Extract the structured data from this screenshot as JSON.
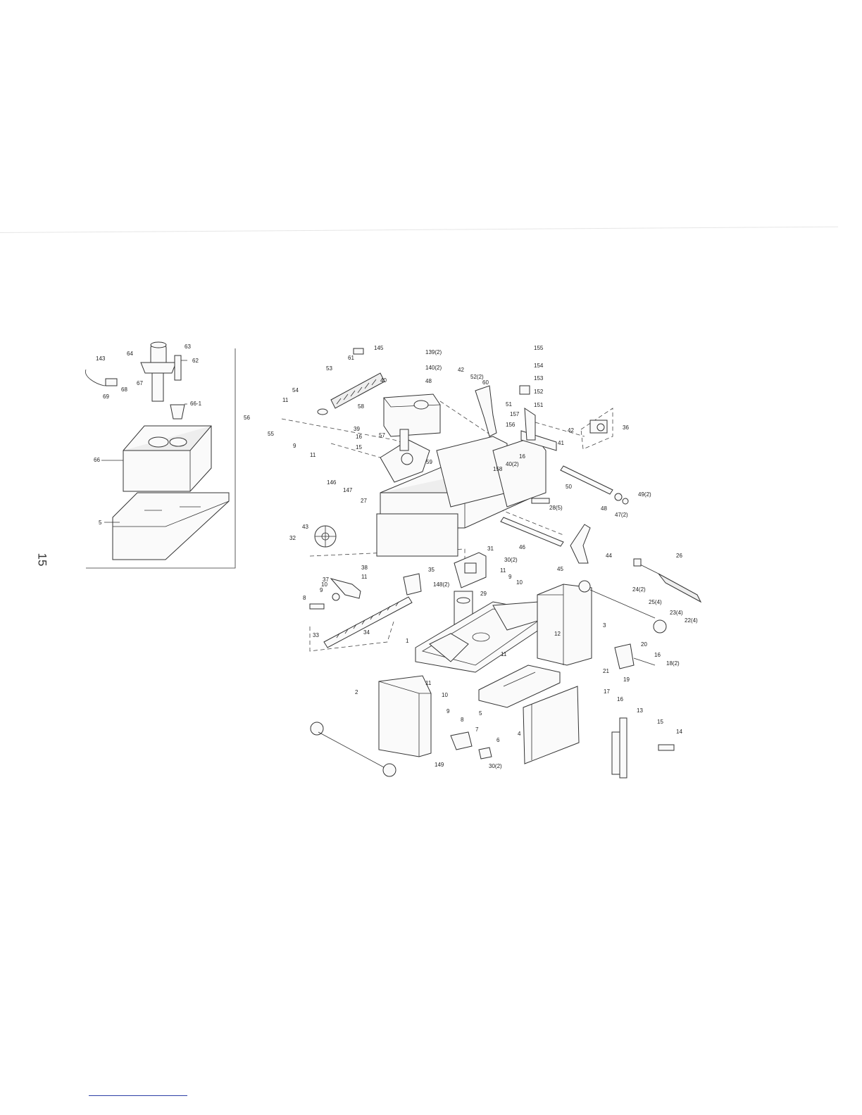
{
  "page_number": "15",
  "inset_labels": [
    {
      "id": "143",
      "text": "143"
    },
    {
      "id": "64",
      "text": "64"
    },
    {
      "id": "63",
      "text": "63"
    },
    {
      "id": "62",
      "text": "62"
    },
    {
      "id": "67",
      "text": "67"
    },
    {
      "id": "68",
      "text": "68"
    },
    {
      "id": "69",
      "text": "69"
    },
    {
      "id": "66-1",
      "text": "66-1"
    },
    {
      "id": "66",
      "text": "66"
    },
    {
      "id": "5a",
      "text": "5"
    }
  ],
  "main_labels": [
    {
      "id": "145",
      "text": "145"
    },
    {
      "id": "61",
      "text": "61"
    },
    {
      "id": "139",
      "text": "139(2)"
    },
    {
      "id": "140",
      "text": "140(2)"
    },
    {
      "id": "48a",
      "text": "48"
    },
    {
      "id": "42a",
      "text": "42"
    },
    {
      "id": "52",
      "text": "52(2)"
    },
    {
      "id": "60",
      "text": "60"
    },
    {
      "id": "155",
      "text": "155"
    },
    {
      "id": "154",
      "text": "154"
    },
    {
      "id": "153",
      "text": "153"
    },
    {
      "id": "152",
      "text": "152"
    },
    {
      "id": "151",
      "text": "151"
    },
    {
      "id": "53",
      "text": "53"
    },
    {
      "id": "40a",
      "text": "40"
    },
    {
      "id": "51",
      "text": "51"
    },
    {
      "id": "157",
      "text": "157"
    },
    {
      "id": "156",
      "text": "156"
    },
    {
      "id": "42b",
      "text": "42"
    },
    {
      "id": "36",
      "text": "36"
    },
    {
      "id": "41",
      "text": "41"
    },
    {
      "id": "54",
      "text": "54"
    },
    {
      "id": "11a",
      "text": "11"
    },
    {
      "id": "56",
      "text": "56"
    },
    {
      "id": "55",
      "text": "55"
    },
    {
      "id": "58",
      "text": "58"
    },
    {
      "id": "39",
      "text": "39"
    },
    {
      "id": "16a",
      "text": "16"
    },
    {
      "id": "15a",
      "text": "15"
    },
    {
      "id": "57",
      "text": "57"
    },
    {
      "id": "9a",
      "text": "9"
    },
    {
      "id": "11b",
      "text": "11"
    },
    {
      "id": "59",
      "text": "59"
    },
    {
      "id": "158",
      "text": "158"
    },
    {
      "id": "16b",
      "text": "16"
    },
    {
      "id": "40b",
      "text": "40(2)"
    },
    {
      "id": "146",
      "text": "146"
    },
    {
      "id": "147",
      "text": "147"
    },
    {
      "id": "50",
      "text": "50"
    },
    {
      "id": "27",
      "text": "27"
    },
    {
      "id": "28",
      "text": "28(5)"
    },
    {
      "id": "48b",
      "text": "48"
    },
    {
      "id": "49",
      "text": "49(2)"
    },
    {
      "id": "47",
      "text": "47(2)"
    },
    {
      "id": "43",
      "text": "43"
    },
    {
      "id": "32",
      "text": "32"
    },
    {
      "id": "46",
      "text": "46"
    },
    {
      "id": "31",
      "text": "31"
    },
    {
      "id": "30a",
      "text": "30(2)"
    },
    {
      "id": "44",
      "text": "44"
    },
    {
      "id": "45",
      "text": "45"
    },
    {
      "id": "38",
      "text": "38"
    },
    {
      "id": "11c",
      "text": "11"
    },
    {
      "id": "35",
      "text": "35"
    },
    {
      "id": "37",
      "text": "37"
    },
    {
      "id": "10a",
      "text": "10"
    },
    {
      "id": "9b",
      "text": "9"
    },
    {
      "id": "148",
      "text": "148(2)"
    },
    {
      "id": "29",
      "text": "29"
    },
    {
      "id": "11d",
      "text": "11"
    },
    {
      "id": "9c",
      "text": "9"
    },
    {
      "id": "10b",
      "text": "10"
    },
    {
      "id": "26",
      "text": "26"
    },
    {
      "id": "8a",
      "text": "8"
    },
    {
      "id": "24",
      "text": "24(2)"
    },
    {
      "id": "25",
      "text": "25(4)"
    },
    {
      "id": "23",
      "text": "23(4)"
    },
    {
      "id": "22",
      "text": "22(4)"
    },
    {
      "id": "33",
      "text": "33"
    },
    {
      "id": "34",
      "text": "34"
    },
    {
      "id": "1",
      "text": "1"
    },
    {
      "id": "12",
      "text": "12"
    },
    {
      "id": "3",
      "text": "3"
    },
    {
      "id": "20",
      "text": "20"
    },
    {
      "id": "11e",
      "text": "11"
    },
    {
      "id": "16c",
      "text": "16"
    },
    {
      "id": "18",
      "text": "18(2)"
    },
    {
      "id": "21",
      "text": "21"
    },
    {
      "id": "19",
      "text": "19"
    },
    {
      "id": "11f",
      "text": "11"
    },
    {
      "id": "10c",
      "text": "10"
    },
    {
      "id": "2",
      "text": "2"
    },
    {
      "id": "5b",
      "text": "5"
    },
    {
      "id": "17",
      "text": "17"
    },
    {
      "id": "16d",
      "text": "16"
    },
    {
      "id": "13",
      "text": "13"
    },
    {
      "id": "15b",
      "text": "15"
    },
    {
      "id": "14",
      "text": "14"
    },
    {
      "id": "9d",
      "text": "9"
    },
    {
      "id": "8b",
      "text": "8"
    },
    {
      "id": "7",
      "text": "7"
    },
    {
      "id": "6",
      "text": "6"
    },
    {
      "id": "4",
      "text": "4"
    },
    {
      "id": "149",
      "text": "149"
    },
    {
      "id": "30b",
      "text": "30(2)"
    }
  ]
}
